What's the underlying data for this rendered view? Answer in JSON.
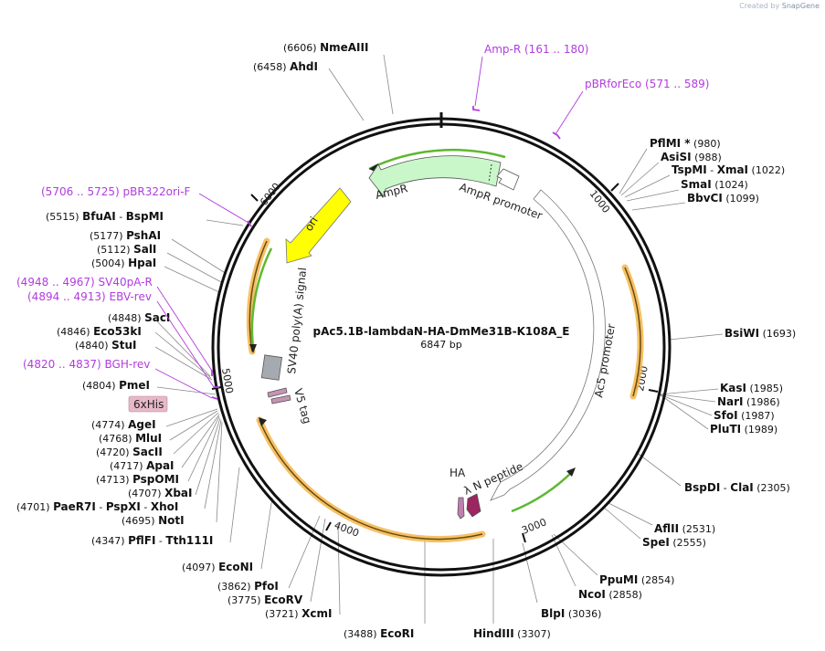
{
  "brand": {
    "prefix": "Created by",
    "name": "SnapGene"
  },
  "map": {
    "name": "pAc5.1B-lambdaN-HA-DmMe31B-K108A_E",
    "length_label": "6847 bp",
    "total_bp": 6847,
    "ticks": [
      "1000",
      "2000",
      "3000",
      "4000",
      "5000",
      "6000"
    ]
  },
  "colors": {
    "backbone": "#111111",
    "primer": "#b23be0",
    "amp_r": "#c9f7c9",
    "ori": "#ffff00",
    "promoter": "#ffffff",
    "orf": "#f3b64a",
    "orf_green": "#5db830",
    "sv40": "#a5aab0",
    "v5": "#c793b4",
    "ha": "#c17fb0",
    "lambda_n": "#9b2661",
    "his": "#e8b7c8"
  },
  "sites": [
    {
      "name": "NmeAIII",
      "pos": "(6606)"
    },
    {
      "name": "AhdI",
      "pos": "(6458)"
    },
    {
      "name": "PflMI *",
      "pos": "(980)"
    },
    {
      "name": "AsiSI",
      "pos": "(988)"
    },
    {
      "name": "TspMI",
      "pos": "(1022)"
    },
    {
      "name": "XmaI",
      "pos": ""
    },
    {
      "name": "SmaI",
      "pos": "(1024)"
    },
    {
      "name": "BbvCI",
      "pos": "(1099)"
    },
    {
      "name": "BfuAI",
      "pos": "(5515)"
    },
    {
      "name": "BspMI",
      "pos": ""
    },
    {
      "name": "PshAI",
      "pos": "(5177)"
    },
    {
      "name": "SalI",
      "pos": "(5112)"
    },
    {
      "name": "HpaI",
      "pos": "(5004)"
    },
    {
      "name": "SacI",
      "pos": "(4848)"
    },
    {
      "name": "Eco53kI",
      "pos": "(4846)"
    },
    {
      "name": "StuI",
      "pos": "(4840)"
    },
    {
      "name": "PmeI",
      "pos": "(4804)"
    },
    {
      "name": "AgeI",
      "pos": "(4774)"
    },
    {
      "name": "MluI",
      "pos": "(4768)"
    },
    {
      "name": "SacII",
      "pos": "(4720)"
    },
    {
      "name": "ApaI",
      "pos": "(4717)"
    },
    {
      "name": "PspOMI",
      "pos": "(4713)"
    },
    {
      "name": "XbaI",
      "pos": "(4707)"
    },
    {
      "name": "PaeR7I",
      "pos": "(4701)"
    },
    {
      "name": "PspXI",
      "pos": ""
    },
    {
      "name": "XhoI",
      "pos": ""
    },
    {
      "name": "NotI",
      "pos": "(4695)"
    },
    {
      "name": "PflFI",
      "pos": "(4347)"
    },
    {
      "name": "Tth111I",
      "pos": ""
    },
    {
      "name": "EcoNI",
      "pos": "(4097)"
    },
    {
      "name": "PfoI",
      "pos": "(3862)"
    },
    {
      "name": "EcoRV",
      "pos": "(3775)"
    },
    {
      "name": "XcmI",
      "pos": "(3721)"
    },
    {
      "name": "EcoRI",
      "pos": "(3488)"
    },
    {
      "name": "HindIII",
      "pos": "(3307)"
    },
    {
      "name": "BlpI",
      "pos": "(3036)"
    },
    {
      "name": "NcoI",
      "pos": "(2858)"
    },
    {
      "name": "PpuMI",
      "pos": "(2854)"
    },
    {
      "name": "SpeI",
      "pos": "(2555)"
    },
    {
      "name": "AflII",
      "pos": "(2531)"
    },
    {
      "name": "BspDI",
      "pos": ""
    },
    {
      "name": "ClaI",
      "pos": "(2305)"
    },
    {
      "name": "PluTI",
      "pos": "(1989)"
    },
    {
      "name": "SfoI",
      "pos": "(1987)"
    },
    {
      "name": "NarI",
      "pos": "(1986)"
    },
    {
      "name": "KasI",
      "pos": "(1985)"
    },
    {
      "name": "BsiWI",
      "pos": "(1693)"
    }
  ],
  "primers": [
    {
      "name": "Amp-R",
      "range": "(161 .. 180)"
    },
    {
      "name": "pBRforEco",
      "range": "(571 .. 589)"
    },
    {
      "name": "pBR322ori-F",
      "range": "(5706 .. 5725)"
    },
    {
      "name": "SV40pA-R",
      "range": "(4948 .. 4967)"
    },
    {
      "name": "EBV-rev",
      "range": "(4894 .. 4913)"
    },
    {
      "name": "BGH-rev",
      "range": "(4820 .. 4837)"
    }
  ],
  "features": [
    {
      "name": "AmpR"
    },
    {
      "name": "AmpR promoter"
    },
    {
      "name": "ori"
    },
    {
      "name": "SV40 poly(A) signal"
    },
    {
      "name": "V5 tag"
    },
    {
      "name": "6xHis"
    },
    {
      "name": "Ac5 promoter"
    },
    {
      "name": "HA"
    },
    {
      "name": "λ N peptide"
    }
  ]
}
